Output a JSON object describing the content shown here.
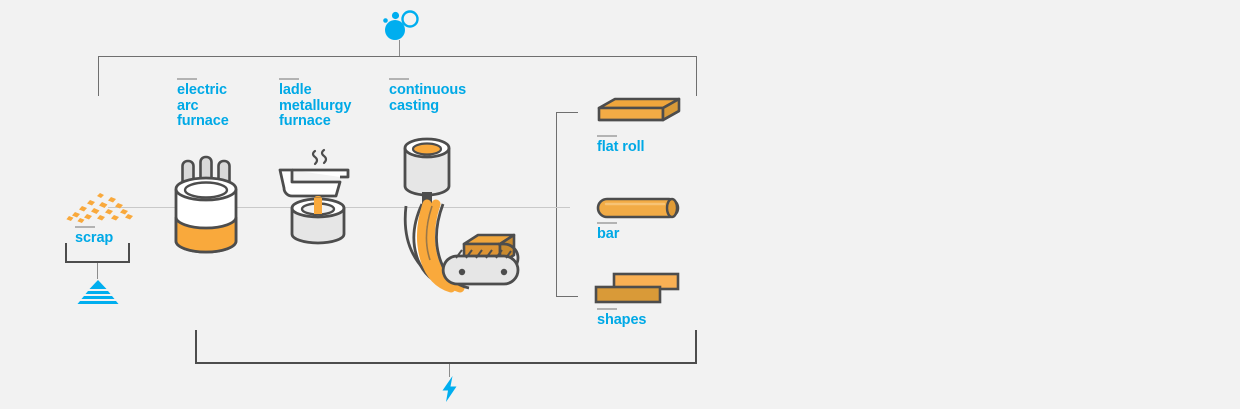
{
  "diagram": {
    "title": "steel making process flow",
    "background_color": "#f2f2f2",
    "accent_color": "#00a9e6",
    "metal_color": "#f9a93c",
    "outline_color": "#4d4d4d"
  },
  "top_icon": {
    "name": "bubbles-icon",
    "color": "#00aeef"
  },
  "bottom_icon": {
    "name": "lightning-bolt-icon",
    "color": "#00aeef",
    "meaning": "electricity"
  },
  "input": {
    "label": "scrap",
    "icon": "scrap-pile-icon",
    "below_icon": "pyramid-icon"
  },
  "stages": [
    {
      "label": "electric\narc\nfurnace",
      "icon": "electric-arc-furnace-icon"
    },
    {
      "label": "ladle\nmetallurgy\nfurnace",
      "icon": "ladle-metallurgy-furnace-icon"
    },
    {
      "label": "continuous\ncasting",
      "icon": "continuous-casting-icon"
    }
  ],
  "products": [
    {
      "label": "flat roll",
      "icon": "flat-roll-icon"
    },
    {
      "label": "bar",
      "icon": "bar-icon"
    },
    {
      "label": "shapes",
      "icon": "shapes-icon"
    }
  ]
}
